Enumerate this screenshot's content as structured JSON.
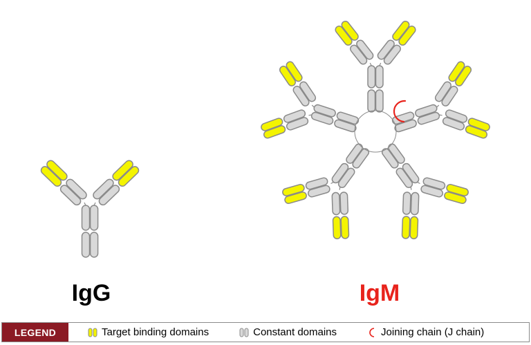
{
  "labels": {
    "igg": "IgG",
    "igm": "IgM"
  },
  "legend": {
    "title": "LEGEND",
    "items": [
      {
        "icon": "yellow-domain-pair-icon",
        "text": "Target binding domains"
      },
      {
        "icon": "gray-domain-pair-icon",
        "text": "Constant domains"
      },
      {
        "icon": "j-chain-arc-icon",
        "text": "Joining chain (J chain)"
      }
    ]
  },
  "colors": {
    "binding_domain": "#f4f400",
    "constant_domain": "#d9d9d9",
    "outline": "#8a8a8a",
    "igm_label": "#e8231c",
    "j_chain": "#e8231c",
    "legend_title_bg": "#8b1a24"
  }
}
